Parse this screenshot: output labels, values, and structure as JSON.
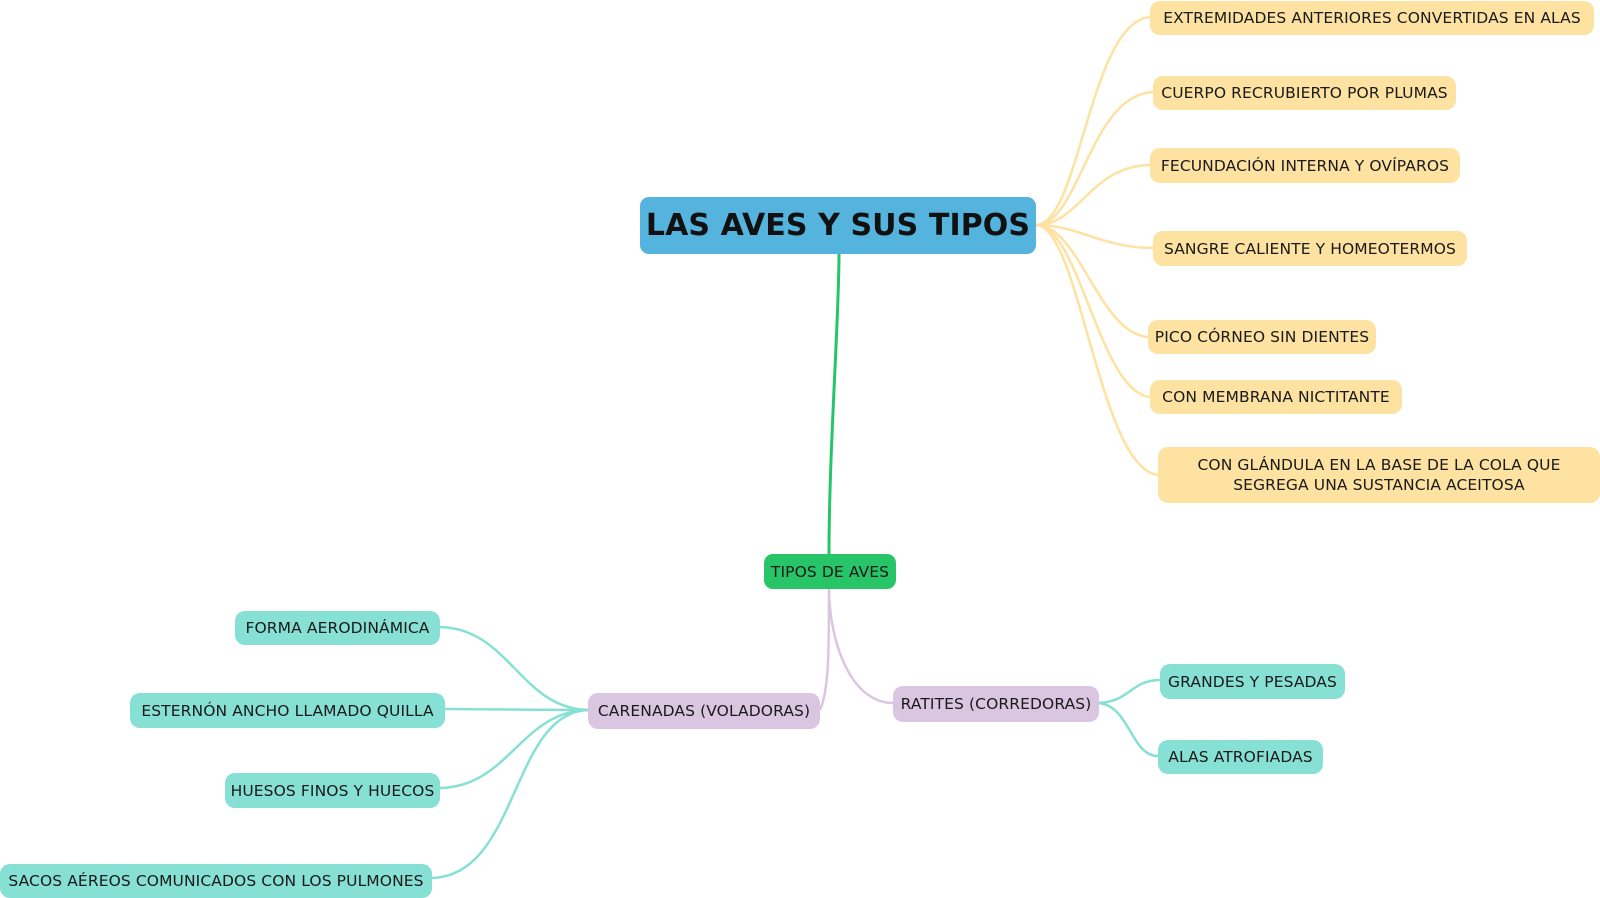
{
  "root": {
    "label": "LAS AVES Y SUS TIPOS"
  },
  "features": [
    {
      "label": "EXTREMIDADES ANTERIORES CONVERTIDAS EN ALAS"
    },
    {
      "label": "CUERPO RECRUBIERTO POR PLUMAS"
    },
    {
      "label": "FECUNDACIÓN INTERNA Y OVÍPAROS"
    },
    {
      "label": "SANGRE CALIENTE Y HOMEOTERMOS"
    },
    {
      "label": "PICO CÓRNEO SIN DIENTES"
    },
    {
      "label": "CON MEMBRANA NICTITANTE"
    },
    {
      "label": "CON GLÁNDULA EN LA BASE DE LA COLA QUE SEGREGA UNA SUSTANCIA ACEITOSA"
    }
  ],
  "types": {
    "label": "TIPOS DE AVES",
    "carenadas": {
      "label": "CARENADAS (VOLADORAS)",
      "items": [
        {
          "label": "FORMA AERODINÁMICA"
        },
        {
          "label": "ESTERNÓN ANCHO LLAMADO QUILLA"
        },
        {
          "label": "HUESOS FINOS Y HUECOS"
        },
        {
          "label": "SACOS AÉREOS COMUNICADOS CON LOS PULMONES"
        }
      ]
    },
    "ratites": {
      "label": "RATITES (CORREDORAS)",
      "items": [
        {
          "label": "GRANDES Y PESADAS"
        },
        {
          "label": "ALAS ATROFIADAS"
        }
      ]
    }
  },
  "colors": {
    "root": "#55b4dd",
    "feature": "#fde2a1",
    "types": "#27c468",
    "subtype": "#dbc6e2",
    "leaf": "#86e0d3"
  }
}
